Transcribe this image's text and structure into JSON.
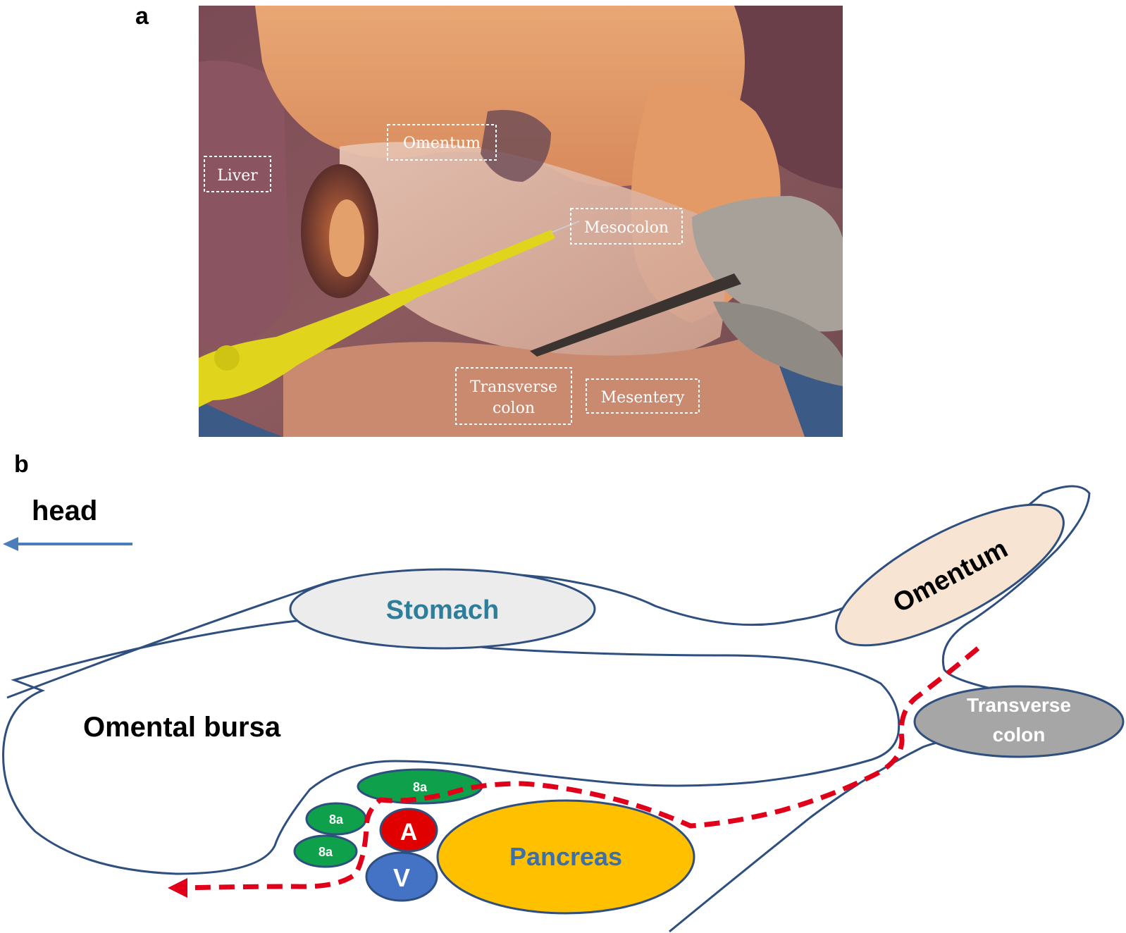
{
  "panel_a": {
    "letter": "a",
    "labels": {
      "liver": "Liver",
      "omentum": "Omentum",
      "mesocolon": "Mesocolon",
      "transverse_colon_line1": "Transverse",
      "transverse_colon_line2": "colon",
      "mesentery": "Mesentery"
    }
  },
  "panel_b": {
    "letter": "b",
    "direction_label": "head",
    "stomach": "Stomach",
    "omentum": "Omentum",
    "omental_bursa": "Omental bursa",
    "transverse_colon_line1": "Transverse",
    "transverse_colon_line2": "colon",
    "pancreas": "Pancreas",
    "artery": "A",
    "vein": "V",
    "lymph_node_label": "8a"
  },
  "colors": {
    "outline": "#2f4f7f",
    "arrow_blue": "#4a7ebb",
    "stomach_fill": "#ececec",
    "stomach_text": "#2e7d99",
    "omentum_fill": "#f8e4d2",
    "colon_fill": "#a6a6a6",
    "pancreas_fill": "#ffc000",
    "pancreas_text": "#3d6fa8",
    "artery_fill": "#e00000",
    "vein_fill": "#4472c4",
    "lymph_fill": "#0ea04a",
    "dissection_line": "#e0001a"
  }
}
